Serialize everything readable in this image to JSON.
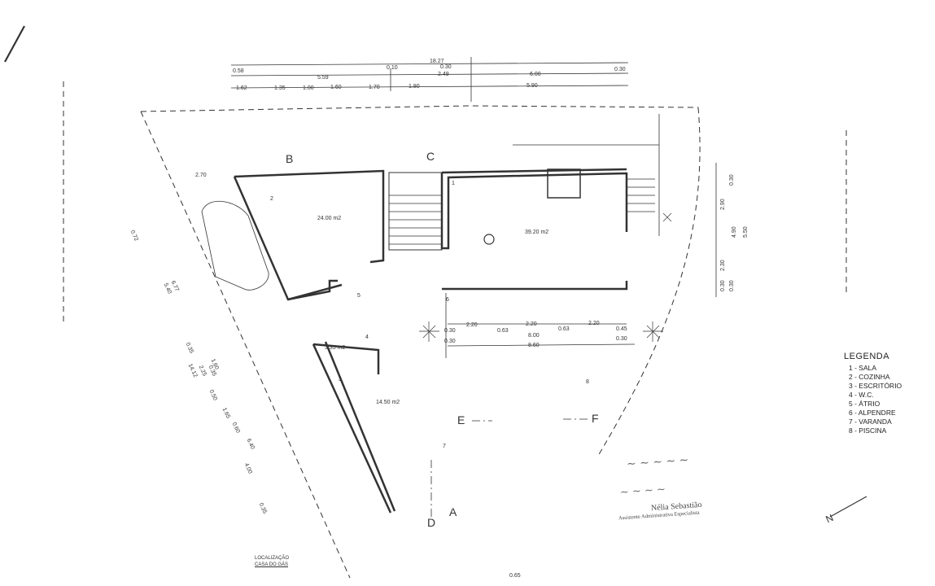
{
  "dimensions": {
    "total": "18.27",
    "row1": [
      "0.58",
      "5.59",
      "0.10",
      "0.30",
      "2.49",
      "6.00",
      "0.30"
    ],
    "row2": [
      "1.62",
      "1.35",
      "1.00",
      "1.60",
      "1.70",
      "1.80",
      "5.90"
    ],
    "right_vertical": [
      "0.30",
      "2.90",
      "4.90",
      "5.50",
      "2.30",
      "0.30",
      "0.30"
    ],
    "left_diagonal": [
      "2.70",
      "0.72",
      "6.77",
      "5.40",
      "0.35",
      "0.35",
      "2.25",
      "14.12",
      "1.60",
      "1.65",
      "0.50",
      "0.60",
      "6.40",
      "4.00",
      "0.35"
    ],
    "porch": [
      "2.20",
      "2.20",
      "2.20",
      "0.63",
      "0.63",
      "8.00",
      "8.60",
      "0.30",
      "0.30",
      "0.45",
      "0.30"
    ],
    "bottom_small": "0.65"
  },
  "rooms": {
    "kitchen_area": "24.00 m2",
    "living_area": "39.20 m2",
    "wc_area": "3.35 m2",
    "office_area": "14.50 m2"
  },
  "room_numbers": [
    "1",
    "2",
    "3",
    "4",
    "5",
    "6",
    "7",
    "8"
  ],
  "section_marks": [
    "A",
    "B",
    "C",
    "D",
    "E",
    "F"
  ],
  "legend": {
    "title": "LEGENDA",
    "items": [
      "1 - SALA",
      "2 - COZINHA",
      "3 - ESCRITÓRIO",
      "4 - W.C.",
      "5 - ÁTRIO",
      "6 - ALPENDRE",
      "7 - VARANDA",
      "8 - PISCINA"
    ]
  },
  "gas_label": [
    "LOCALIZAÇÃO",
    "CASA DO GÁS"
  ],
  "signature": {
    "name": "Nélia Sebastião",
    "role": "Assistente Administrativa Especialista"
  },
  "north": "N"
}
